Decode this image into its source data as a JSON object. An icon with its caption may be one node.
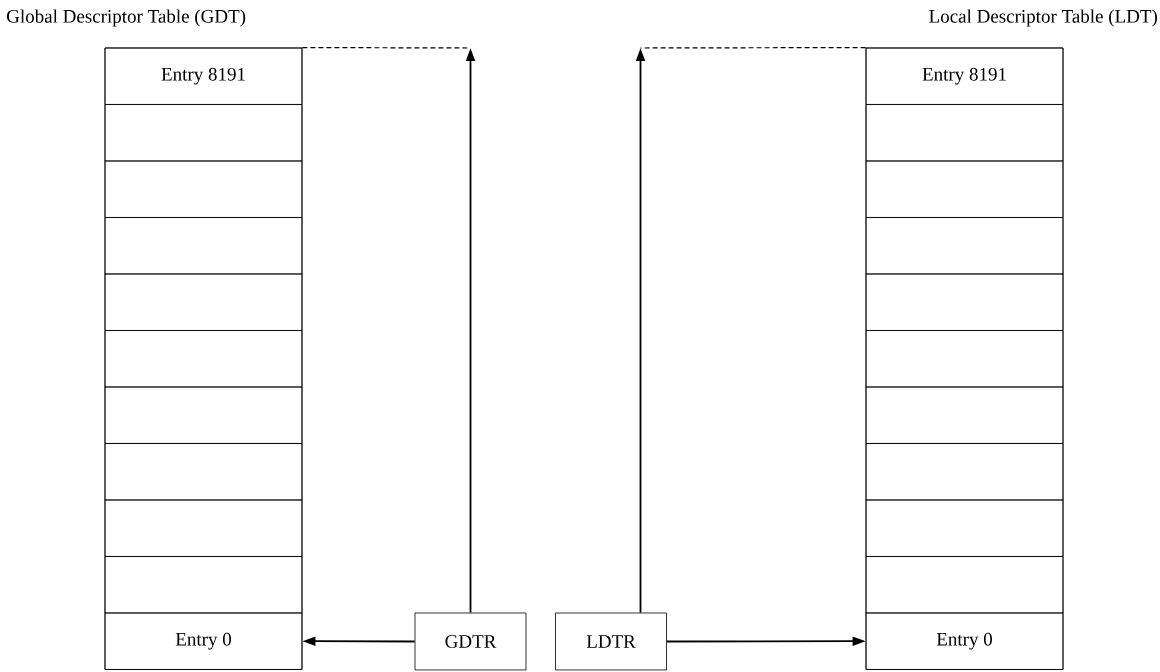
{
  "diagram": {
    "nodes": [
      {
        "text": [
          "Global Descriptor Table (GDT)"
        ]
      },
      {
        "text": [
          "Entry 8191"
        ],
        "in": 0
      },
      {
        "text": [],
        "shape": "box",
        "in": 0
      },
      {
        "text": [],
        "shape": "box",
        "in": 0
      },
      {
        "text": [],
        "shape": "box",
        "in": 0
      },
      {
        "text": [],
        "shape": "box",
        "in": 0
      },
      {
        "text": [],
        "shape": "box",
        "in": 0
      },
      {
        "text": [],
        "shape": "box",
        "in": 0
      },
      {
        "text": [],
        "shape": "box",
        "in": 0
      },
      {
        "text": [],
        "shape": "box",
        "in": 0
      },
      {
        "text": [],
        "shape": "box",
        "in": 0
      },
      {
        "text": [
          "Entry 0"
        ],
        "in": 0
      },
      {
        "text": [
          "Local Descriptor Table (LDT)"
        ]
      },
      {
        "text": [
          "Entry 8191"
        ],
        "in": 12
      },
      {
        "text": [],
        "shape": "box",
        "in": 12
      },
      {
        "text": [],
        "shape": "box",
        "in": 12
      },
      {
        "text": [],
        "shape": "box",
        "in": 12
      },
      {
        "text": [],
        "shape": "box",
        "in": 12
      },
      {
        "text": [],
        "shape": "box",
        "in": 12
      },
      {
        "text": [],
        "shape": "box",
        "in": 12
      },
      {
        "text": [],
        "shape": "box",
        "in": 12
      },
      {
        "text": [],
        "shape": "box",
        "in": 12
      },
      {
        "text": [],
        "shape": "box",
        "in": 12
      },
      {
        "text": [
          "Entry 0"
        ],
        "in": 12
      },
      {
        "text": [
          "GDTR"
        ]
      },
      {
        "text": [
          "LDTR"
        ]
      }
    ],
    "edges": [
      {
        "from": 24,
        "to": 11,
        "arrow": "to"
      },
      {
        "from": 24,
        "to": null,
        "arrow": "to"
      },
      {
        "from": 1,
        "to": null,
        "arrow": "none",
        "style": "dashed"
      },
      {
        "from": 25,
        "to": 23,
        "arrow": "to"
      },
      {
        "from": 25,
        "to": null,
        "arrow": "to"
      },
      {
        "from": 13,
        "to": null,
        "arrow": "none",
        "style": "dashed"
      }
    ]
  }
}
